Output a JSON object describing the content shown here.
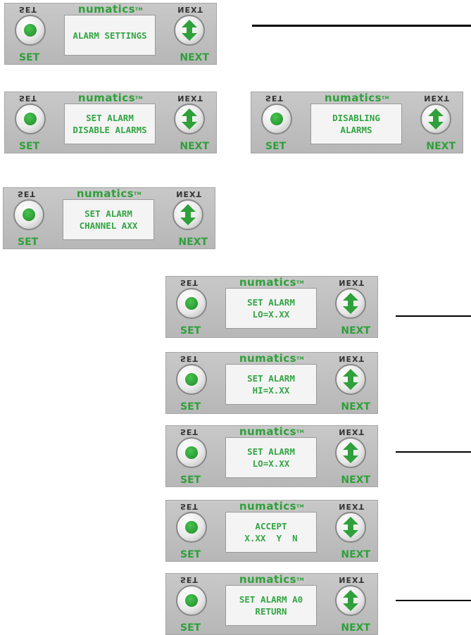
{
  "brand": "numatics",
  "brand_tm": "TM",
  "mirror_set": "SET",
  "mirror_next": "NEXT",
  "set_label": "SET",
  "next_label": "NEXT",
  "screens": [
    {
      "line1": "ALARM SETTINGS",
      "line2": ""
    },
    {
      "line1": "SET ALARM",
      "line2": "DISABLE ALARMS"
    },
    {
      "line1": "DISABLING",
      "line2": "ALARMS"
    },
    {
      "line1": "SET ALARM",
      "line2": "CHANNEL AXX"
    },
    {
      "line1": "SET ALARM",
      "line2": "LO=X.XX"
    },
    {
      "line1": "SET ALARM",
      "line2": "HI=X.XX"
    },
    {
      "line1": "SET ALARM",
      "line2": "LO=X.XX"
    },
    {
      "line1": "ACCEPT",
      "line2": "X.XX  Y  N"
    },
    {
      "line1": "SET ALARM A0",
      "line2": "RETURN"
    }
  ]
}
